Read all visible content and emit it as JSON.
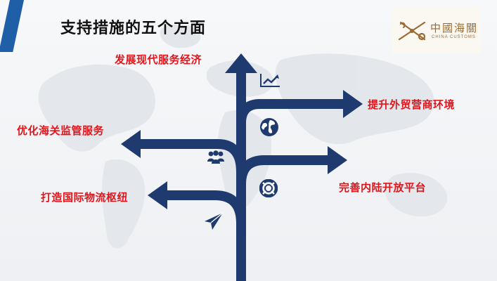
{
  "slide": {
    "title": "支持措施的五个方面",
    "logo": {
      "name_cn": "中國海關",
      "name_en": "CHINA CUSTOMS"
    },
    "colors": {
      "accent": "#1f5fa8",
      "post": "#1e3a6e",
      "label_red": "#e3151b",
      "title": "#111111",
      "logo_gold": "#9b6b33"
    },
    "directions": [
      {
        "label": "发展现代服务经济",
        "icon": "trend-chart-icon"
      },
      {
        "label": "提升外贸营商环境",
        "icon": "globe-icon"
      },
      {
        "label": "优化海关监管服务",
        "icon": "people-group-icon"
      },
      {
        "label": "完善内陆开放平台",
        "icon": "lifebuoy-icon"
      },
      {
        "label": "打造国际物流枢纽",
        "icon": "paper-plane-icon"
      }
    ]
  }
}
